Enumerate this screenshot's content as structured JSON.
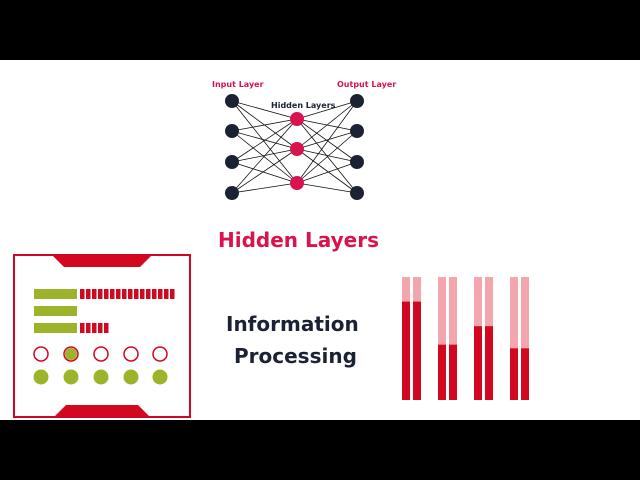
{
  "network": {
    "input_label": "Input Layer",
    "hidden_label": "Hidden Layers",
    "output_label": "Output Layer",
    "input_nodes": 4,
    "hidden_nodes": 3,
    "output_nodes": 4
  },
  "title": "Hidden Layers",
  "caption": {
    "line1": "Information",
    "line2": "Processing"
  },
  "panel": {
    "green_bars": 3,
    "red_block_rows": [
      16,
      0,
      5
    ],
    "outline_circles": 5,
    "filled_circles": 5,
    "highlighted_circle_index": 1
  },
  "bars": {
    "levels": [
      0.8,
      0.45,
      0.6,
      0.42
    ]
  },
  "colors": {
    "background": "#ffffff",
    "letterbox": "#000000",
    "navy": "#1b2233",
    "magenta": "#d8134d",
    "red": "#d1081f",
    "light_red": "#f4a6ae",
    "olive": "#9cb42a"
  }
}
